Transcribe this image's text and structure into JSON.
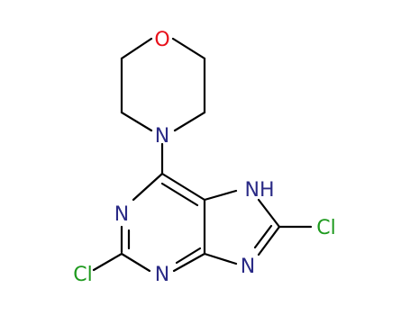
{
  "molecule": {
    "atoms": {
      "oxygen": "O",
      "morpholine_nitrogen": "N",
      "pyrimidine_n_top": "N",
      "pyrimidine_n_bottom": "N",
      "imidazole_nh": "NH",
      "imidazole_n": "N",
      "chlorine_left": "Cl",
      "chlorine_right": "Cl"
    },
    "colors": {
      "bond": "#000000",
      "nitrogen": "#2a2a86",
      "oxygen": "#e8101a",
      "chlorine": "#1e9a1e"
    }
  }
}
